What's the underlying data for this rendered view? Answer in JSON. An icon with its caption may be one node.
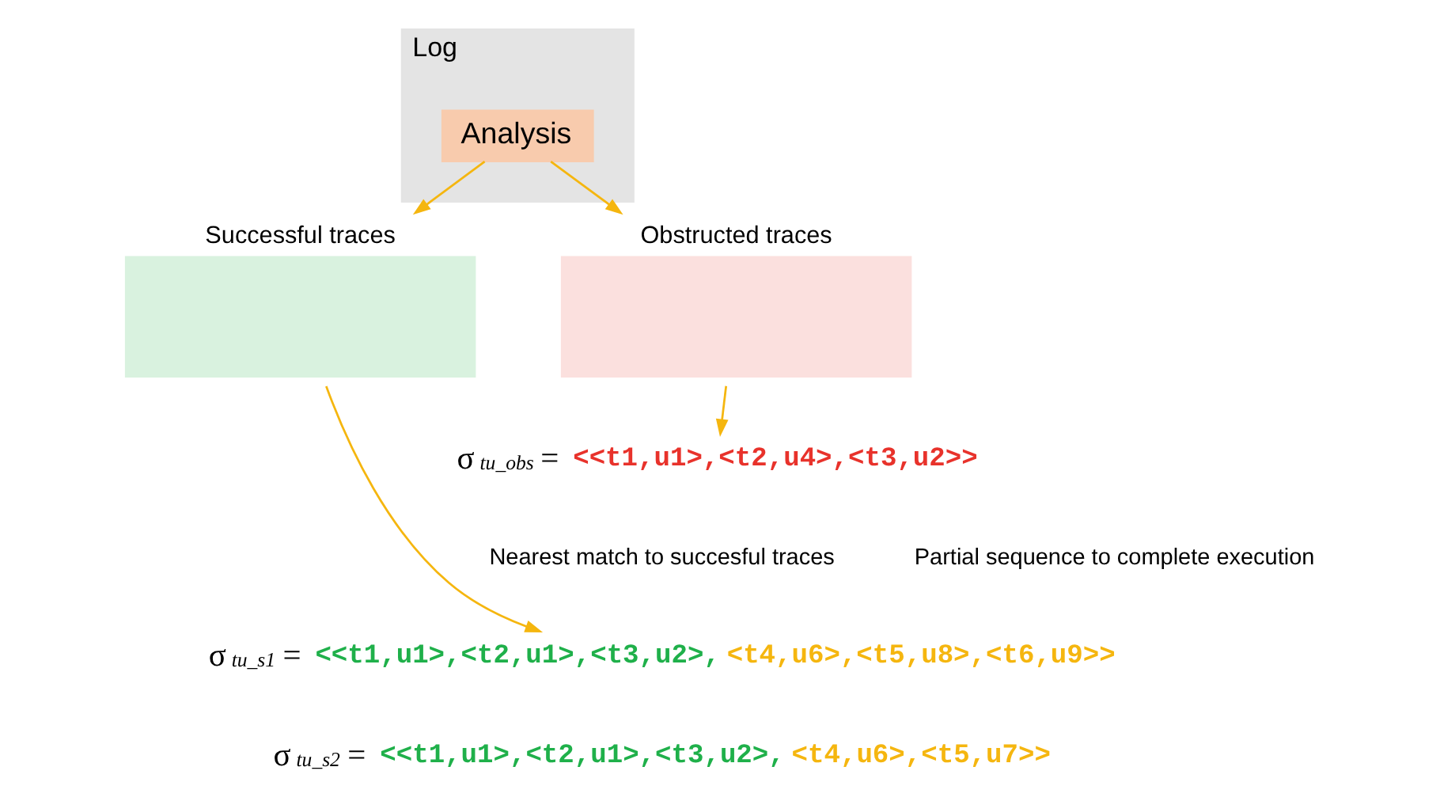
{
  "diagram": {
    "nodes": [
      {
        "text": [
          "Log"
        ]
      },
      {
        "text": [
          "Analysis"
        ],
        "in": 0
      },
      {
        "text": [
          "Successful traces"
        ]
      },
      {
        "text": [
          "Obstructed traces"
        ]
      },
      {
        "text": [
          "σ$_{tu_obs}$ =",
          "<<t1,u1>,<t2,u4>,<t3,u2>>"
        ]
      },
      {
        "text": [
          "σ$_{tu_s1}$ =",
          "<<t1,u1>,<t2,u1>,<t3,u2>,",
          "<t4,u6>,<t5,u8>,<t6,u9>>"
        ]
      },
      {
        "text": [
          "σ$_{tu_s2}$ =",
          "<<t1,u1>,<t2,u1>,<t3,u2>,",
          "<t4,u6>,<t5,u7>>"
        ]
      }
    ],
    "edges": [
      {
        "from": 1,
        "to": 2,
        "arrow": "to"
      },
      {
        "from": 1,
        "to": 3,
        "arrow": "to"
      },
      {
        "from": 3,
        "to": 4,
        "arrow": "to"
      },
      {
        "from": 2,
        "to": 5,
        "arrow": "to"
      }
    ],
    "labels": [
      "Nearest match to succesful traces",
      "Partial sequence to complete execution"
    ]
  }
}
